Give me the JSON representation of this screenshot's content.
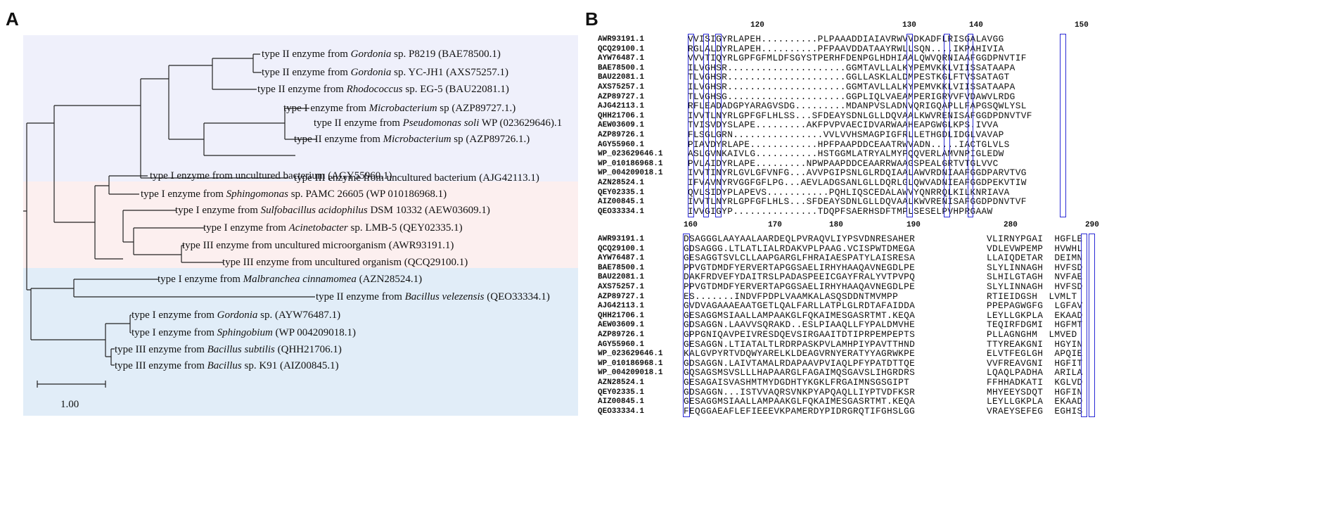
{
  "panels": {
    "a_label": "A",
    "b_label": "B"
  },
  "colors": {
    "band_blue": "#eff0fb",
    "band_pink": "#fcefef",
    "band_cyan": "#e1edf8",
    "branch": "#222222",
    "residue_red": "#d8283a",
    "box_blue": "#2b2bd6"
  },
  "tree": {
    "scale_label": "1.00",
    "leaves": [
      {
        "pre": "type II enzyme from ",
        "it": "Gordonia",
        "post": " sp. P8219 (BAE78500.1)"
      },
      {
        "pre": "type II enzyme from ",
        "it": "Gordonia",
        "post": " sp. YC-JH1 (AXS75257.1)"
      },
      {
        "pre": "type II enzyme from ",
        "it": "Rhodococcus",
        "post": " sp. EG-5 (BAU22081.1)"
      },
      {
        "pre": "type I enzyme from ",
        "it": "Microbacterium",
        "post": " sp (AZP89727.1.)"
      },
      {
        "pre": "type II enzyme from ",
        "it": "Pseudomonas soli",
        "post": " WP (023629646).1"
      },
      {
        "pre": "type II enzyme from ",
        "it": "Microbacterium",
        "post": " sp (AZP89726.1.)"
      },
      {
        "pre": "type III enzyme from uncultured bacterium (AJG42113.1)",
        "it": "",
        "post": ""
      },
      {
        "pre": "type I enzyme from uncultured bacterium (AGY55960.1)",
        "it": "",
        "post": ""
      },
      {
        "pre": "type I enzyme from ",
        "it": "Sphingomonas",
        "post": " sp. PAMC 26605 (WP 010186968.1)"
      },
      {
        "pre": "type I enzyme from ",
        "it": "Sulfobacillus acidophilus",
        "post": " DSM 10332 (AEW03609.1)"
      },
      {
        "pre": "type I enzyme from ",
        "it": "Acinetobacter",
        "post": " sp. LMB-5 (QEY02335.1)"
      },
      {
        "pre": "type III enzyme from uncultured microorganism (AWR93191.1)",
        "it": "",
        "post": ""
      },
      {
        "pre": "type III enzyme from uncultured organism (QCQ29100.1)",
        "it": "",
        "post": ""
      },
      {
        "pre": "type I enzyme from ",
        "it": "Malbranchea cinnamomea",
        "post": " (AZN28524.1)"
      },
      {
        "pre": "type II enzyme from ",
        "it": "Bacillus velezensis",
        "post": " (QEO33334.1)"
      },
      {
        "pre": "type I enzyme from ",
        "it": "Gordonia",
        "post": " sp. (AYW76487.1)"
      },
      {
        "pre": "type I enzyme from ",
        "it": "Sphingobium",
        "post": " (WP 004209018.1)"
      },
      {
        "pre": "type III enzyme from ",
        "it": "Bacillus subtilis",
        "post": " (QHH21706.1)"
      },
      {
        "pre": "type III enzyme from ",
        "it": "Bacillus",
        "post": " sp. K91 (AIZ00845.1)"
      }
    ]
  },
  "alignment": {
    "block1": {
      "ruler": [
        "120",
        "130",
        "140",
        "150"
      ],
      "rows": [
        {
          "name": "AWR93191.1",
          "seq": "VVISIGYRLAPEH..........PLPAAADDIAIAVRWVVDKADFLRISGALAVGG"
        },
        {
          "name": "QCQ29100.1",
          "seq": "RGLALDYRLAPEH..........PFPAAVDDATAAYRWLLSQN....IKPAHIVIA"
        },
        {
          "name": "AYW76487.1",
          "seq": "VVVTIQYRLGPFGFMLDFSGYSTPERHFDENPGLHDHIAALQWVQRNIAAFGGDPNVTIF"
        },
        {
          "name": "BAE78500.1",
          "seq": "ILVGHSR.....................GGMTAVLLALKYPEMVKKLVIISSATAAPA"
        },
        {
          "name": "BAU22081.1",
          "seq": "TLVGHSR.....................GGLLASKLALDMPESTKGLFTVSSATAGT"
        },
        {
          "name": "AXS75257.1",
          "seq": "ILVGHSR.....................GGMTAVLLALKYPEMVKKLVIISSATAAPA"
        },
        {
          "name": "AZP89727.1",
          "seq": "TLVGHSG.....................GGPLIQLVAEAMPERIGRVVFVDAWVLRDG"
        },
        {
          "name": "AJG42113.1",
          "seq": "RFLEADADGPYARAGVSDG.........MDANPVSLADNVQRIGQAPLLFAPGSQWLYSL"
        },
        {
          "name": "QHH21706.1",
          "seq": "IVVTLNYRLGPFGFLHLSS...SFDEAYSDNLGLLDQVAALKWVRENISAFGGDPDNVTVF"
        },
        {
          "name": "AEW03609.1",
          "seq": "TVISVDYSLAPE.........AKFPVPVAECIDVARWAAHEAPGWGLKPS.IVVA"
        },
        {
          "name": "AZP89726.1",
          "seq": "FLSGLGRN................VVLVVHSMAGPIGFRLLETHGDLIDGLVAVAP"
        },
        {
          "name": "AGY55960.1",
          "seq": "PIAVDYRLAPE............HPFPAAPDDCEAATRWVADN.....IACTGLVLS"
        },
        {
          "name": "WP_023629646.1",
          "seq": "ASLGVNKAIVLG...........HSTGGMLATRYALMYPQQVERLAMVNPIGLEDW"
        },
        {
          "name": "WP_010186968.1",
          "seq": "PVLAIDYRLAPE.........NPWPAAPDDCEAARRWAAGSPEALGRTVTGLVVC"
        },
        {
          "name": "WP_004209018.1",
          "seq": "IVVTINYRLGVLGFVNFG...AVVPGIPSNLGLRDQIAALAWVRDNIAAFGGDPARVTVG"
        },
        {
          "name": "AZN28524.1",
          "seq": "IFVAVNYRVGGFGFLPG...AEVLADGSANLGLLDQRLGLQWVADNIEAFGGDPEKVTIW"
        },
        {
          "name": "QEY02335.1",
          "seq": "QVLSIDYPLAPEVS...........PQHLIQSCEDALAWVYQNRRQLKILKNRIAVA"
        },
        {
          "name": "AIZ00845.1",
          "seq": "IVVTLNYRLGPFGFLHLS...SFDEAYSDNLGLLDQVAALKWVRENISAFGGDPDNVTVF"
        },
        {
          "name": "QEO33334.1",
          "seq": "IVVGIGYP...............TDQPFSAERHSDFTMPLSESELPVHPRGAAW"
        }
      ]
    },
    "block2": {
      "ruler": [
        "160",
        "170",
        "180",
        "190",
        "280",
        "290"
      ],
      "rows": [
        {
          "name": "AWR93191.1",
          "seq": "DSAGGGLAAYAALAARDEQLPVRAQVLIYPSVDNRESAHER",
          "seq2": "VLIRNYPGAI  HGFLE"
        },
        {
          "name": "QCQ29100.1",
          "seq": "GDSAGGG.LTLATLIALRDAKVPLPAAG.VCISPWTDMEGA",
          "seq2": "VDLEVWPEMP  HVWHL"
        },
        {
          "name": "AYW76487.1",
          "seq": "GESAGGTSVLCLLAAPGARGLFHRAIAESPATYLAISRESA",
          "seq2": "LLAIQDETAR  DEIMN"
        },
        {
          "name": "BAE78500.1",
          "seq": "PPVGTDMDFYERVERTAPGGSAELIRHYHAAQAVNEGDLPE",
          "seq2": "SLYLINNAGH  HVFSD"
        },
        {
          "name": "BAU22081.1",
          "seq": "DAKFRDVEFYDAITRSLPADASPEEICGAYFRALYVTPVPQ",
          "seq2": "SLHILGTAGH  NVFAE"
        },
        {
          "name": "AXS75257.1",
          "seq": "PPVGTDMDFYERVERTAPGGSAELIRHYHAAQAVNEGDLPE",
          "seq2": "SLYLINNAGH  HVFSD"
        },
        {
          "name": "AZP89727.1",
          "seq": "ES.......INDVFPDPLVAAMKALASQSDDNTMVMPP",
          "seq2": "RTIEIDGSH  LVMLT"
        },
        {
          "name": "AJG42113.1",
          "seq": "GVDVAGAAAEAATGETLQALFARLLATPLGLRDTAFAIDDA",
          "seq2": "PPEPAGWGFG  LGFAV"
        },
        {
          "name": "QHH21706.1",
          "seq": "GESAGGMSIAALLAMPAAKGLFQKAIMESGASRTMT.KEQA",
          "seq2": "LEYLLGKPLA  EKAAD"
        },
        {
          "name": "AEW03609.1",
          "seq": "GDSAGGN.LAAVVSQRAKD..ESLPIAAQLLFYPALDMVHE",
          "seq2": "TEQIRFDGMI  HGFMT"
        },
        {
          "name": "AZP89726.1",
          "seq": "GPPGNIQAVPEIVRESDQEVSIRGAAITDTIPRPEMPEPTS",
          "seq2": "PLLAGNGHM  LMVED"
        },
        {
          "name": "AGY55960.1",
          "seq": "GESAGGN.LTIATALTLRDRPASKPVLAMHPIYPAVTTHND",
          "seq2": "TTYREAKGNI  HGYIN"
        },
        {
          "name": "WP_023629646.1",
          "seq": "KALGVPYRTVDQWYARELKLDEAGVRNYERATYYAGRWKPE",
          "seq2": "ELVTFEGLGH  APQIE"
        },
        {
          "name": "WP_010186968.1",
          "seq": "GDSAGGN.LAIVTAMALRDAPAAVPVIAQLPFYPATDTTQE",
          "seq2": "VVFREAVGNI  HGFIT"
        },
        {
          "name": "WP_004209018.1",
          "seq": "GQSAGSMSVSLLLHAPAARGLFAGAIMQSGAVSLIHGRDRS",
          "seq2": "LQAQLPADHA  ARILA"
        },
        {
          "name": "AZN28524.1",
          "seq": "GESAGAISVASHMTMYDGDHTYKGKLFRGAIMNSGSGIPT",
          "seq2": "FFHHADKATI  KGLVD"
        },
        {
          "name": "QEY02335.1",
          "seq": "GDSAGGN...ISTVVAQRSVNKPYAPQAQLLIYPTVDFKSR",
          "seq2": "MHYEEYSDQT  HGFIN"
        },
        {
          "name": "AIZ00845.1",
          "seq": "GESAGGMSIAALLAMPAAKGLFQKAIMESGASRTMT.KEQA",
          "seq2": "LEYLLGKPLA  EKAAD"
        },
        {
          "name": "QEO33334.1",
          "seq": "FEQGGAEAFLEFIEEEVKPAMERDYPIDRGRQTIFGHSLGG",
          "seq2": "VRAEYSEFEG  EGHIS"
        }
      ]
    }
  }
}
